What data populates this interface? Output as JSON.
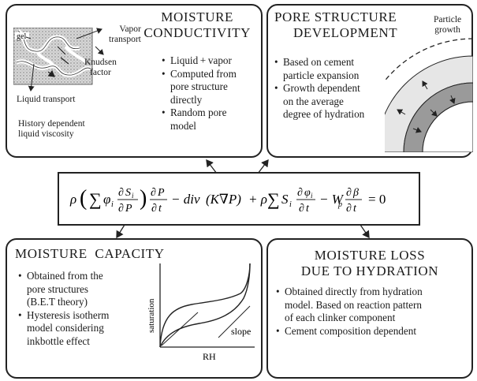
{
  "moisture_conductivity": {
    "title_line1": "MOISTURE",
    "title_line2": "CONDUCTIVITY",
    "bullets": [
      [
        "Liquid + vapor"
      ],
      [
        "Computed from",
        "pore structure",
        "directly"
      ],
      [
        "Random pore",
        "model"
      ]
    ],
    "figure": {
      "gel": "gel",
      "vapor_transport_1": "Vapor",
      "vapor_transport_2": "transport",
      "knudsen_1": "Knudsen",
      "knudsen_2": "factor",
      "liquid_transport": "Liquid transport",
      "history_1": "History dependent",
      "history_2": "liquid viscosity"
    }
  },
  "pore_structure": {
    "title_line1": "PORE STRUCTURE",
    "title_line2": "DEVELOPMENT",
    "bullets": [
      [
        "Based on cement",
        "particle expansion"
      ],
      [
        "Growth dependent",
        "on the average",
        "degree of hydration"
      ]
    ],
    "figure": {
      "particle_growth_1": "Particle",
      "particle_growth_2": "growth"
    }
  },
  "equation": {
    "rho": "ρ",
    "sum": "∑",
    "phi_i": "φ",
    "i": "i",
    "partial": "∂",
    "S_i": "S",
    "P": "P",
    "t": "t",
    "minus_div": "− div",
    "K_grad_P": "(K∇P)",
    "plus_rho": "+ ρ",
    "minus_W": "− W",
    "p": "p",
    "beta": "β",
    "equals_zero": "= 0"
  },
  "moisture_capacity": {
    "title": "MOISTURE  CAPACITY",
    "bullets": [
      [
        "Obtained from the",
        "pore structures",
        "(B.E.T theory)"
      ],
      [
        "Hysteresis isotherm",
        "model considering",
        "inkbottle effect"
      ]
    ],
    "figure": {
      "ylabel": "saturation",
      "xlabel": "RH",
      "slope_label": "slope"
    }
  },
  "moisture_loss": {
    "title_line1": "MOISTURE LOSS",
    "title_line2": "DUE TO HYDRATION",
    "bullets": [
      [
        "Obtained directly from hydration",
        "model. Based on reaction pattern",
        "of each clinker component"
      ],
      [
        "Cement composition dependent"
      ]
    ]
  },
  "colors": {
    "line": "#222222",
    "gray_fill": "#9a9a9a",
    "light_fill": "#e6e6e6",
    "texture": "#7a7a7a"
  }
}
